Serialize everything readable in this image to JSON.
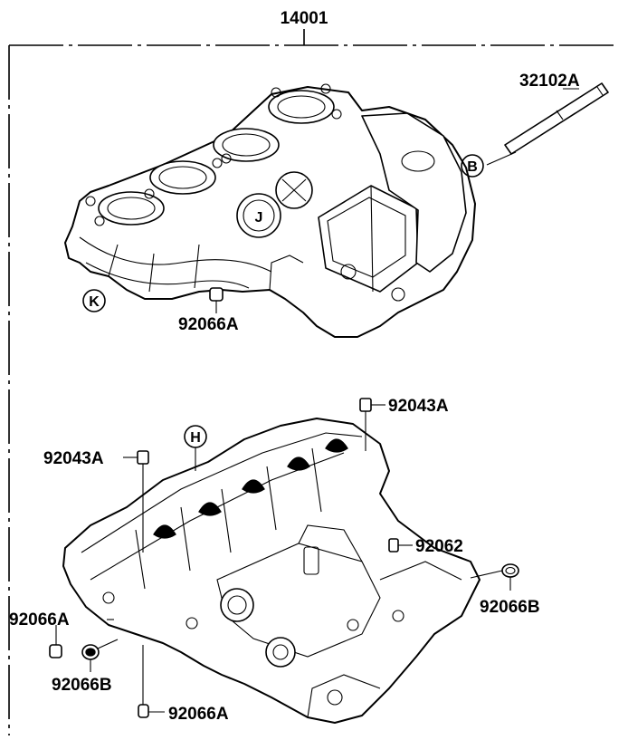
{
  "assembly_number": "14001",
  "callouts": {
    "shaft": "32102A",
    "upper_dowel": "92066A",
    "lower_top_right_plug": "92043A",
    "lower_top_left_plug": "92043A",
    "lower_mid_plug": "92062",
    "lower_right_plug": "92066B",
    "lower_left_a": "92066A",
    "lower_left_b": "92066B",
    "lower_bottom": "92066A"
  },
  "markers": {
    "b": "B",
    "j": "J",
    "k": "K",
    "h": "H"
  }
}
